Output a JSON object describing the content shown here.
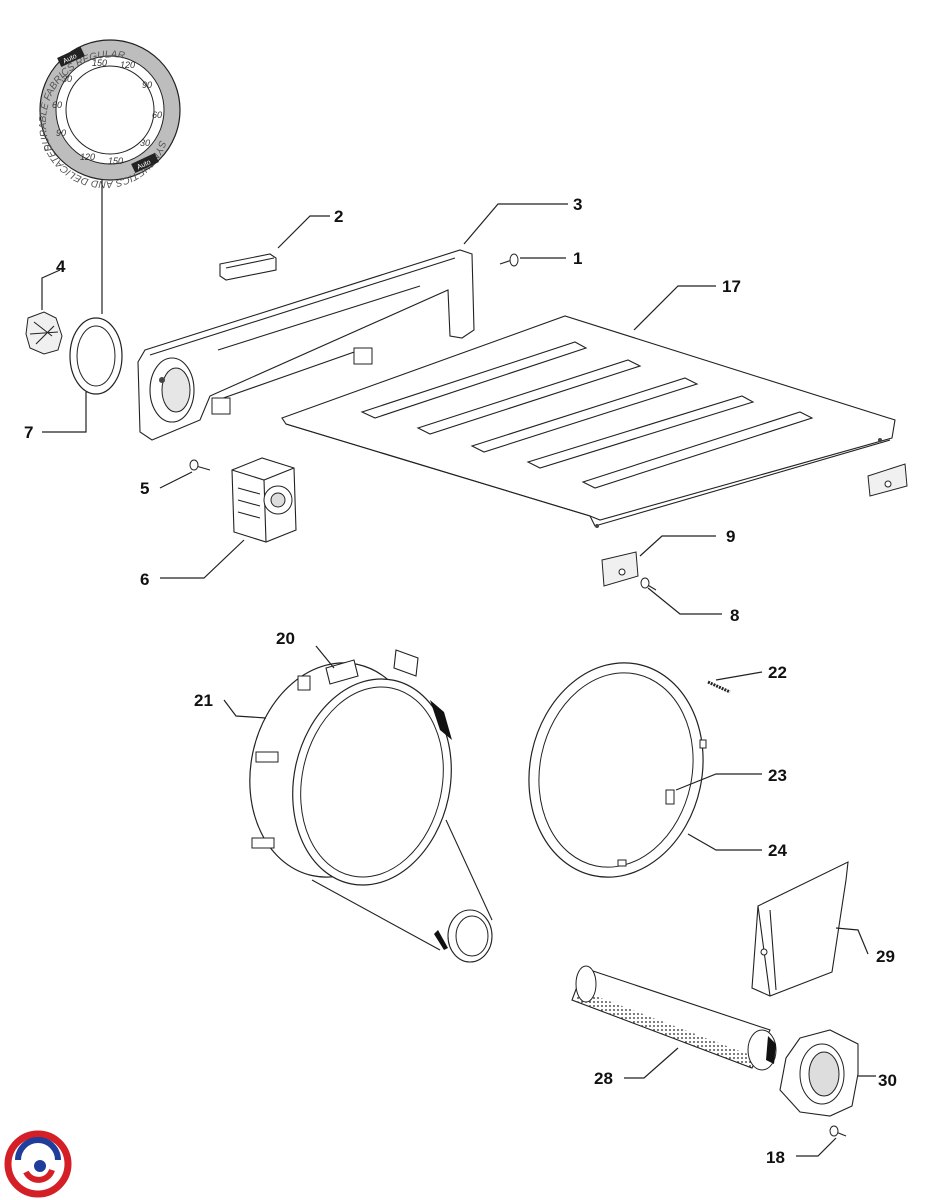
{
  "labels": {
    "p1": "1",
    "p2": "2",
    "p3": "3",
    "p4": "4",
    "p5": "5",
    "p6": "6",
    "p7": "7",
    "p8": "8",
    "p9": "9",
    "p17": "17",
    "p18": "18",
    "p20": "20",
    "p21": "21",
    "p22": "22",
    "p23": "23",
    "p24": "24",
    "p28": "28",
    "p29": "29",
    "p30": "30"
  },
  "dial": {
    "top_text": "DURABLE FABRICS REGULAR",
    "bottom_text": "SYNTHETICS AND DELICATES",
    "auto_tag": "Auto",
    "numbers_right": [
      "120",
      "90",
      "60",
      "30"
    ],
    "numbers_left": [
      "30",
      "60",
      "90",
      "120"
    ],
    "number_top": "150",
    "number_bottom": "150"
  },
  "logo": {
    "colors": [
      "#1f3d9a",
      "#d41f26"
    ],
    "icon": "brand-swirl-logo"
  }
}
